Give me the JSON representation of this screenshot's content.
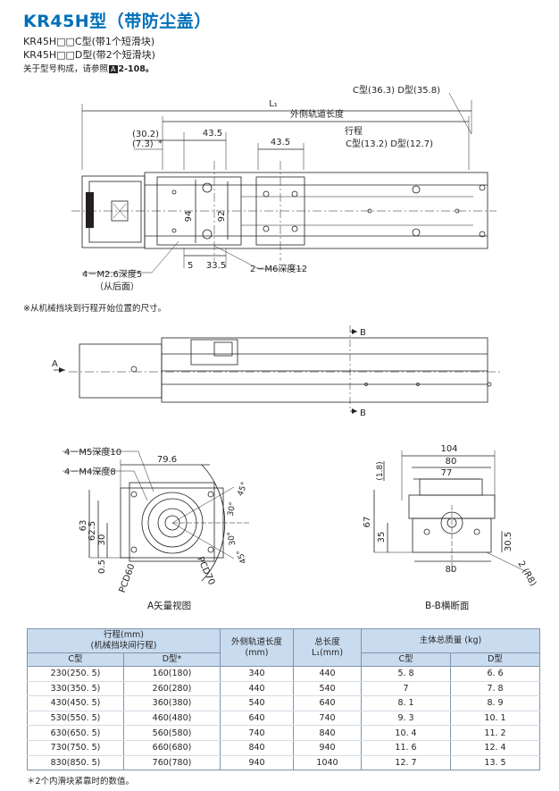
{
  "title": "KR45H型（带防尘盖）",
  "subtitles": [
    "KR45H□□C型(带1个短滑块)",
    "KR45H□□D型(带2个短滑块)"
  ],
  "ref_text": "关于型号构成，请参照",
  "ref_badge": "A",
  "ref_page": "2-108。",
  "top_view": {
    "l1": "L₁",
    "outer_rail_length": "外侧轨道长度",
    "c_d_total": "C型(36.3) D型(35.8)",
    "stroke": "行程",
    "c_d_stroke": "C型(13.2) D型(12.7)",
    "dim_30_2": "(30.2)",
    "dim_7_3": "(7.3)",
    "star": "*",
    "dim_43_5_a": "43.5",
    "dim_43_5_b": "43.5",
    "dim_94": "94",
    "dim_92": "92",
    "dim_5": "5",
    "dim_33_5": "33.5",
    "tap_m2_6": "4－M2.6深度5",
    "tap_m2_6_note": "（从后面）",
    "tap_m6": "2－M6深度12"
  },
  "note_stopper": "※从机械挡块到行程开始位置的尺寸。",
  "side_view": {
    "label_a": "A",
    "label_b_top": "B",
    "label_b_bottom": "B"
  },
  "end_view": {
    "tap_m5": "4－M5深度10",
    "tap_m4": "4－M4深度8",
    "dim_79_6": "79.6",
    "dim_63": "63",
    "dim_62_5": "62.5",
    "dim_30": "30",
    "dim_0_5": "0.5",
    "pcd60": "PCD60",
    "pcd70": "PCD70",
    "ang_45_top": "45°",
    "ang_30_top": "30°",
    "ang_30_bot": "30°",
    "ang_45_bot": "45°",
    "caption": "A矢量视图"
  },
  "section_view": {
    "dim_104": "104",
    "dim_80_top": "80",
    "dim_77": "77",
    "dim_1_8": "(1.8)",
    "dim_67": "67",
    "dim_35": "35",
    "dim_30_5": "30.5",
    "dim_80_bot": "80",
    "dim_2_r8": "2  (R8)",
    "caption": "B-B横断面"
  },
  "table": {
    "h_stroke": "行程(mm)",
    "h_stroke_sub": "(机械挡块间行程)",
    "h_rail": "外侧轨道长度",
    "h_rail_unit": "(mm)",
    "h_total": "总长度",
    "h_total_unit": "L₁(mm)",
    "h_mass": "主体总质量 (kg)",
    "h_c": "C型",
    "h_d": "D型*",
    "h_mc": "C型",
    "h_md": "D型",
    "rows": [
      [
        "230(250. 5)",
        "160(180)",
        "340",
        "440",
        "5. 8",
        "6. 6"
      ],
      [
        "330(350. 5)",
        "260(280)",
        "440",
        "540",
        "7",
        "7. 8"
      ],
      [
        "430(450. 5)",
        "360(380)",
        "540",
        "640",
        "8. 1",
        "8. 9"
      ],
      [
        "530(550. 5)",
        "460(480)",
        "640",
        "740",
        "9. 3",
        "10. 1"
      ],
      [
        "630(650. 5)",
        "560(580)",
        "740",
        "840",
        "10. 4",
        "11. 2"
      ],
      [
        "730(750. 5)",
        "660(680)",
        "840",
        "940",
        "11. 6",
        "12. 4"
      ],
      [
        "830(850. 5)",
        "760(780)",
        "940",
        "1040",
        "12. 7",
        "13. 5"
      ]
    ]
  },
  "footnote": "＊2个内滑块紧靠时的数值。",
  "colors": {
    "title": "#0070b8",
    "table_header": "#c9dcef",
    "line": "#231f20"
  }
}
